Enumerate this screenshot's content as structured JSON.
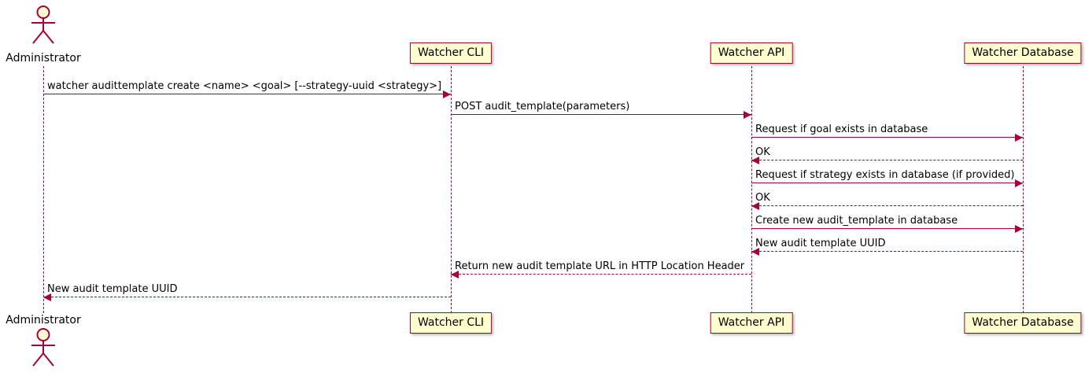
{
  "diagram": {
    "type": "sequence",
    "actor": {
      "label": "Administrator"
    },
    "participants": [
      {
        "label": "Watcher CLI"
      },
      {
        "label": "Watcher API"
      },
      {
        "label": "Watcher Database"
      }
    ],
    "messages": [
      {
        "from": "Administrator",
        "to": "Watcher CLI",
        "style": "solid",
        "text": "watcher audittemplate create <name> <goal> [--strategy-uuid <strategy>]"
      },
      {
        "from": "Watcher CLI",
        "to": "Watcher API",
        "style": "solid",
        "text": "POST audit_template(parameters)"
      },
      {
        "from": "Watcher API",
        "to": "Watcher Database",
        "style": "solid",
        "text": "Request if goal exists in database"
      },
      {
        "from": "Watcher Database",
        "to": "Watcher API",
        "style": "dashed",
        "text": "OK"
      },
      {
        "from": "Watcher API",
        "to": "Watcher Database",
        "style": "solid",
        "text": "Request if strategy exists in database (if provided)"
      },
      {
        "from": "Watcher Database",
        "to": "Watcher API",
        "style": "dashed",
        "text": "OK"
      },
      {
        "from": "Watcher API",
        "to": "Watcher Database",
        "style": "solid",
        "text": "Create new audit_template in database"
      },
      {
        "from": "Watcher Database",
        "to": "Watcher API",
        "style": "dashed",
        "text": "New audit template UUID"
      },
      {
        "from": "Watcher API",
        "to": "Watcher CLI",
        "style": "dashed",
        "text": "Return new audit template URL in HTTP Location Header"
      },
      {
        "from": "Watcher CLI",
        "to": "Administrator",
        "style": "dashed",
        "text": "New audit template UUID"
      }
    ],
    "colors": {
      "line": "#A80036",
      "participant_fill": "#FEFECE",
      "text": "#000000"
    }
  }
}
